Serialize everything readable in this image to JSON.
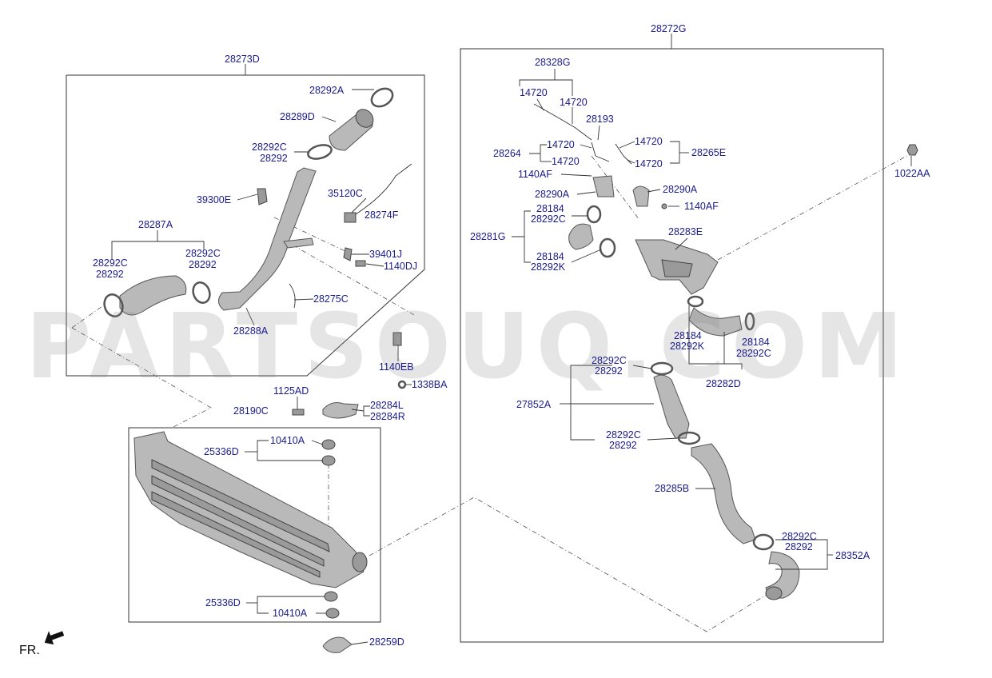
{
  "watermark": "PARTSOUQ.COM",
  "orientation_label": "FR.",
  "groups": {
    "left_top": "28273D",
    "right": "28272G",
    "intercooler": "28190C"
  },
  "labels": {
    "l28292A": "28292A",
    "l28289D": "28289D",
    "l28292C_a": "28292C",
    "l28292_a": "28292",
    "l39300E": "39300E",
    "l35120C": "35120C",
    "l28274F": "28274F",
    "l28287A": "28287A",
    "l28292C_b": "28292C",
    "l28292_b": "28292",
    "l28292C_c": "28292C",
    "l28292_c": "28292",
    "l39401J": "39401J",
    "l1140DJ": "1140DJ",
    "l28275C": "28275C",
    "l28288A": "28288A",
    "l1140EB": "1140EB",
    "l1125AD": "1125AD",
    "l1338BA": "1338BA",
    "l28284L": "28284L",
    "l28284R": "28284R",
    "l10410A_a": "10410A",
    "l25336D_a": "25336D",
    "l25336D_b": "25336D",
    "l10410A_b": "10410A",
    "l28259D": "28259D",
    "l28328G": "28328G",
    "l14720_a": "14720",
    "l14720_b": "14720",
    "l28193": "28193",
    "l28264": "28264",
    "l14720_c": "14720",
    "l14720_d": "14720",
    "l14720_e": "14720",
    "l14720_f": "14720",
    "l28265E": "28265E",
    "l1140AF_a": "1140AF",
    "l28290A_a": "28290A",
    "l28290A_b": "28290A",
    "l28184_a": "28184",
    "l28292C_d": "28292C",
    "l1140AF_b": "1140AF",
    "l28281G": "28281G",
    "l28283E": "28283E",
    "l28184_b": "28184",
    "l28292K_a": "28292K",
    "l28184_c": "28184",
    "l28292K_b": "28292K",
    "l28184_d": "28184",
    "l28292C_e": "28292C",
    "l28282D": "28282D",
    "l28292C_f": "28292C",
    "l28292_f": "28292",
    "l27852A": "27852A",
    "l28292C_g": "28292C",
    "l28292_g": "28292",
    "l28285B": "28285B",
    "l28292C_h": "28292C",
    "l28292_h": "28292",
    "l28352A": "28352A",
    "l1022AA": "1022AA"
  }
}
